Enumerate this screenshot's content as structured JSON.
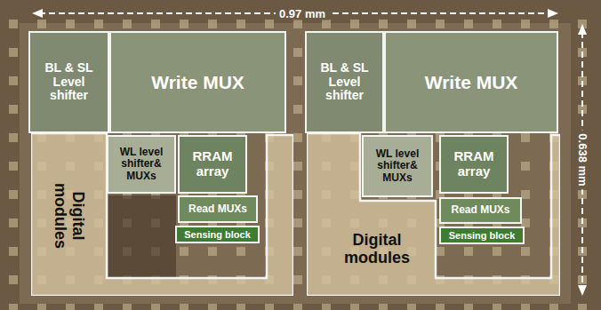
{
  "diagram": {
    "nodes": [
      {
        "text": [
          "BL & SL Level shifter"
        ]
      },
      {
        "text": [
          "Write MUX"
        ]
      },
      {
        "text": [
          "WL level shifter& MUXs"
        ]
      },
      {
        "text": [
          "RRAM array"
        ]
      },
      {
        "text": [
          "Read MUXs"
        ]
      },
      {
        "text": [
          "Sensing block"
        ]
      },
      {
        "text": [
          "Digital modules"
        ]
      },
      {
        "text": [
          "BL & SL Level shifter"
        ]
      },
      {
        "text": [
          "Write MUX"
        ]
      },
      {
        "text": [
          "WL level shifter& MUXs"
        ]
      },
      {
        "text": [
          "RRAM array"
        ]
      },
      {
        "text": [
          "Read MUXs"
        ]
      },
      {
        "text": [
          "Sensing block"
        ]
      },
      {
        "text": [
          "Digital modules"
        ]
      }
    ],
    "labels": [
      "0.97 mm",
      "0.638 mm"
    ]
  }
}
